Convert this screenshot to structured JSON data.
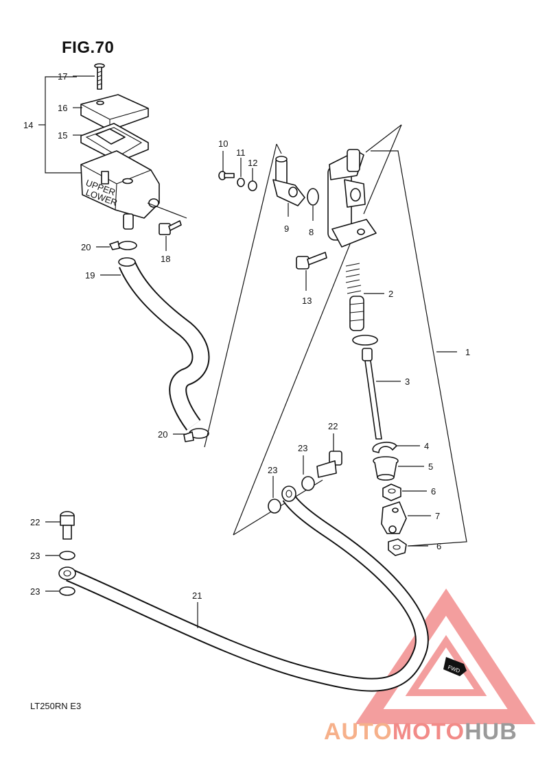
{
  "figure": {
    "title": "FIG.70",
    "model_code": "LT250RN  E3"
  },
  "watermark": {
    "word_a": "AUTO",
    "word_b": "MOTO",
    "word_c": "HUB",
    "color_a": "#f6b08a",
    "color_b": "#f28b88",
    "color_c": "#9a9a9a"
  },
  "fwd_tag": "FWD",
  "callouts": {
    "c1": "1",
    "c2": "2",
    "c3": "3",
    "c4": "4",
    "c5": "5",
    "c6a": "6",
    "c6b": "6",
    "c7": "7",
    "c8": "8",
    "c9": "9",
    "c10": "10",
    "c11": "11",
    "c12": "12",
    "c13": "13",
    "c14": "14",
    "c15": "15",
    "c16": "16",
    "c17": "17",
    "c18": "18",
    "c19": "19",
    "c20a": "20",
    "c20b": "20",
    "c21": "21",
    "c22a": "22",
    "c22b": "22",
    "c23a": "23",
    "c23b": "23",
    "c23c": "23",
    "c23d": "23"
  },
  "reservoir_text": {
    "upper": "UPPER",
    "lower": "LOWER"
  }
}
